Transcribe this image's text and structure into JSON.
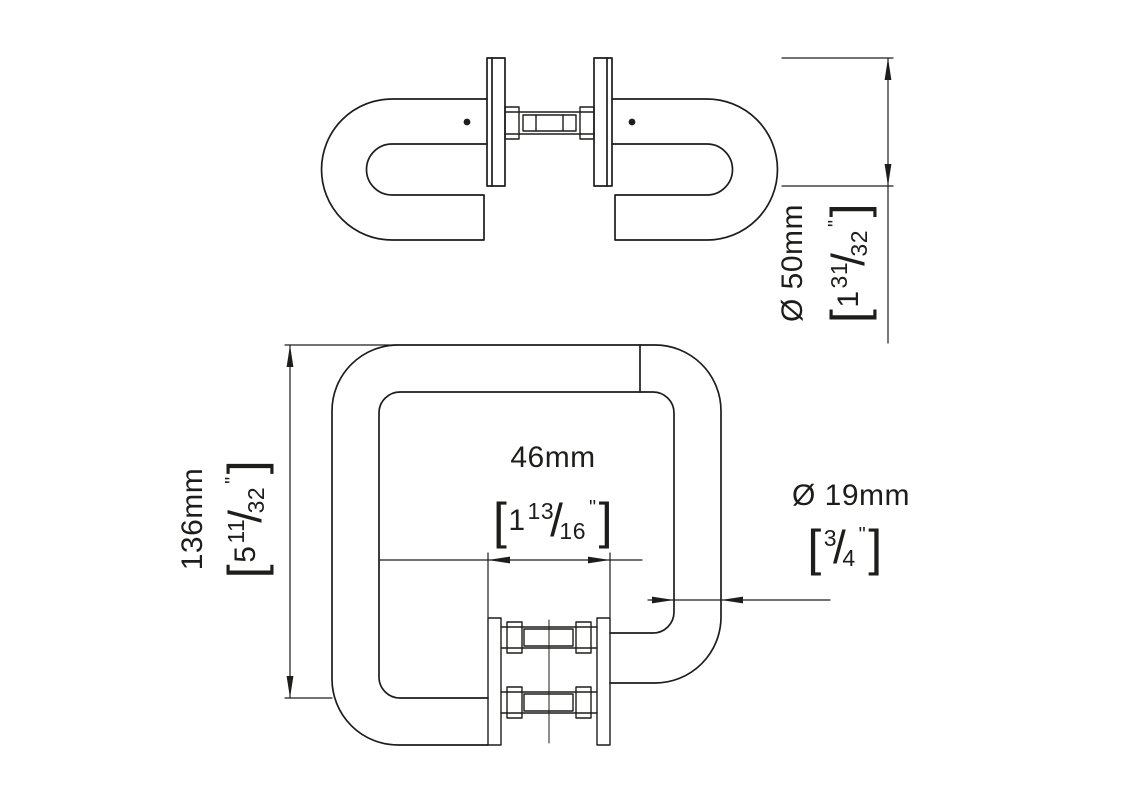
{
  "dimensions": {
    "rosette_diameter": {
      "metric": "Ø 50mm",
      "imperial": {
        "open": "[",
        "whole": "1",
        "numerator": "31",
        "slash": "/",
        "denominator": "32",
        "inch_mark": "\"",
        "close": "]"
      }
    },
    "handle_height": {
      "metric": "136mm",
      "imperial": {
        "open": "[",
        "whole": "5",
        "numerator": "11",
        "slash": "/",
        "denominator": "32",
        "inch_mark": "\"",
        "close": "]"
      }
    },
    "center_distance": {
      "metric": "46mm",
      "imperial": {
        "open": "[",
        "whole": "1",
        "numerator": "13",
        "slash": "/",
        "denominator": "16",
        "inch_mark": "\"",
        "close": "]"
      }
    },
    "tube_diameter": {
      "metric": "Ø 19mm",
      "imperial": {
        "open": "[",
        "numerator": "3",
        "slash": "/",
        "denominator": "4",
        "inch_mark": "\"",
        "close": "]"
      }
    }
  },
  "colors": {
    "line": "#1d1d1b",
    "background": "#ffffff"
  }
}
